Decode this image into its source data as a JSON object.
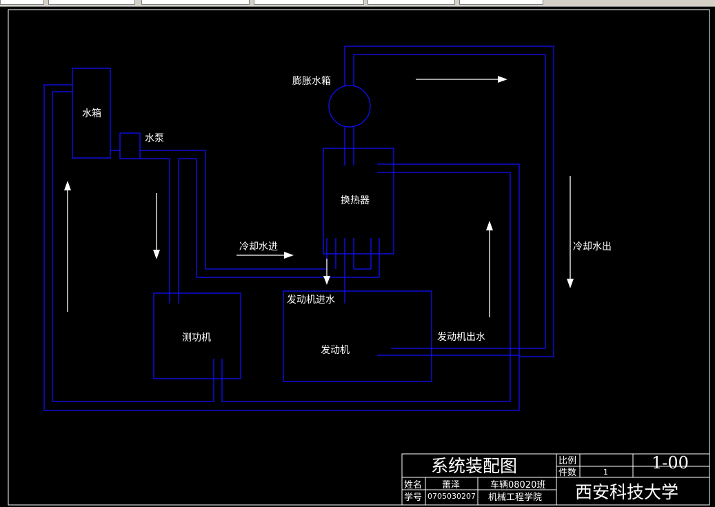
{
  "diagram": {
    "labels": {
      "water_tank": "水箱",
      "water_pump": "水泵",
      "expansion_tank": "膨胀水箱",
      "heat_exchanger": "换热器",
      "cooling_water_in": "冷却水进",
      "cooling_water_out": "冷却水出",
      "dynamometer": "测功机",
      "engine": "发动机",
      "engine_water_in": "发动机进水",
      "engine_water_out": "发动机出水"
    },
    "colors": {
      "pipe": "#1010ff",
      "arrow": "#ffffff",
      "background": "#000000"
    }
  },
  "title_block": {
    "drawing_title": "系统装配图",
    "scale_label": "比例",
    "quantity_label": "件数",
    "quantity_value": "1",
    "drawing_number": "1-00",
    "name_label": "姓名",
    "name_value": "蕾泽",
    "student_id_label": "学号",
    "student_id_value": "0705030207",
    "class_value": "车辆08020班",
    "college_value": "机械工程学院",
    "university": "西安科技大学"
  }
}
